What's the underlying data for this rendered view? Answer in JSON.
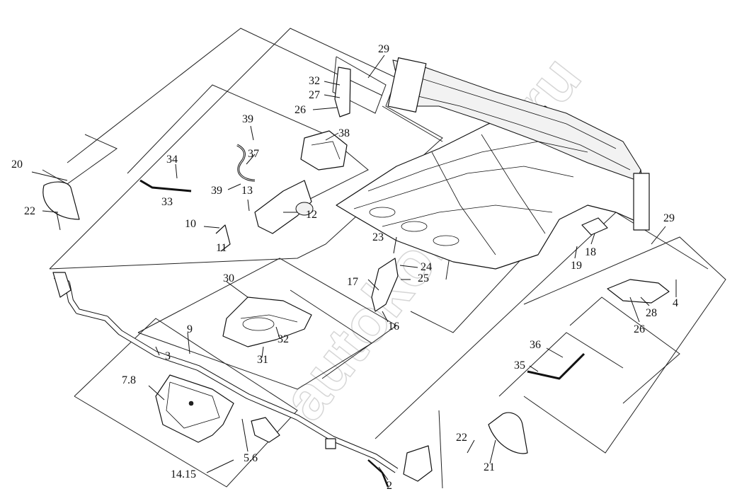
{
  "watermark": "autokontora.ru",
  "callouts": {
    "c29a": "29",
    "c32a": "32",
    "c27": "27",
    "c26a": "26",
    "c39a": "39",
    "c38": "38",
    "c37": "37",
    "c34": "34",
    "c39b": "39",
    "c13": "13",
    "c33": "33",
    "c12": "12",
    "c20": "20",
    "c22a": "22",
    "c10": "10",
    "c11": "11",
    "c30": "30",
    "c9": "9",
    "c32b": "32",
    "c31": "31",
    "c3": "3",
    "c23": "23",
    "c24": "24",
    "c25": "25",
    "c17": "17",
    "c16": "16",
    "c29b": "29",
    "c18": "18",
    "c19": "19",
    "c4": "4",
    "c28": "28",
    "c26b": "26",
    "c36": "36",
    "c35": "35",
    "c78": "7.8",
    "c56": "5.6",
    "c1415": "14.15",
    "c2": "2",
    "c22b": "22",
    "c21": "21"
  }
}
